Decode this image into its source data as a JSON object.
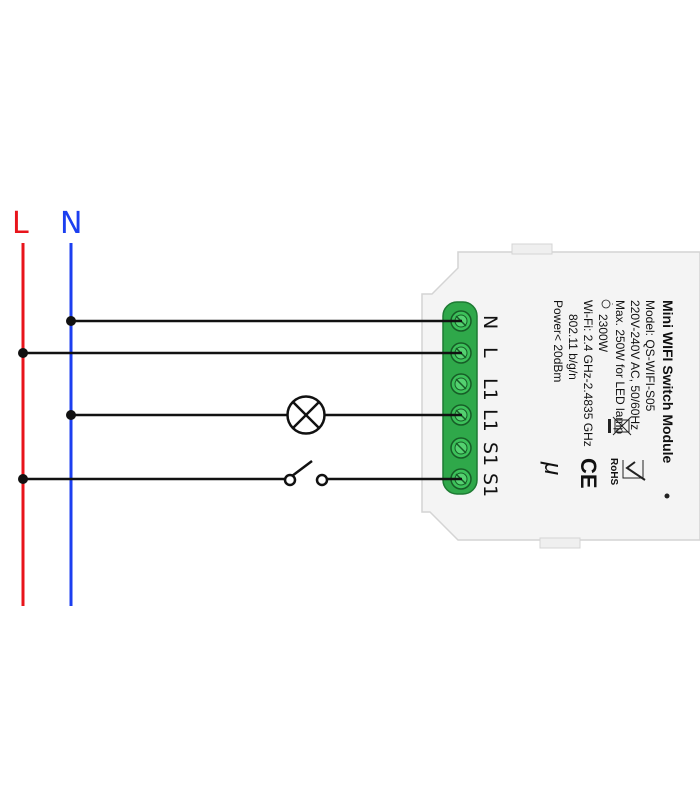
{
  "diagram": {
    "rails": {
      "line_label": "L",
      "neutral_label": "N",
      "line_color": "#e8141b",
      "neutral_color": "#1c3ff0"
    },
    "wire_color": "#111111",
    "module": {
      "title": "Mini WIFI Switch Module",
      "model": "Model: QS-WIFI-S05",
      "voltage": "220V-240V AC, 50/60Hz",
      "max_led": "Max. 250W for LED lamp",
      "max_other": "2300W",
      "wifi": "Wi-Fi: 2.4 GHz-2.4835 GHz",
      "wifi_std": "802.11 b/g/n",
      "power": "Power< 20dBm",
      "rohs": "RoHS",
      "ce": "CE",
      "mu": "μ",
      "terminal_labels": [
        "N",
        "L",
        "L1",
        "L1",
        "S1",
        "S1"
      ],
      "terminal_color": "#2fa84a",
      "body_color": "#f4f4f4"
    }
  }
}
